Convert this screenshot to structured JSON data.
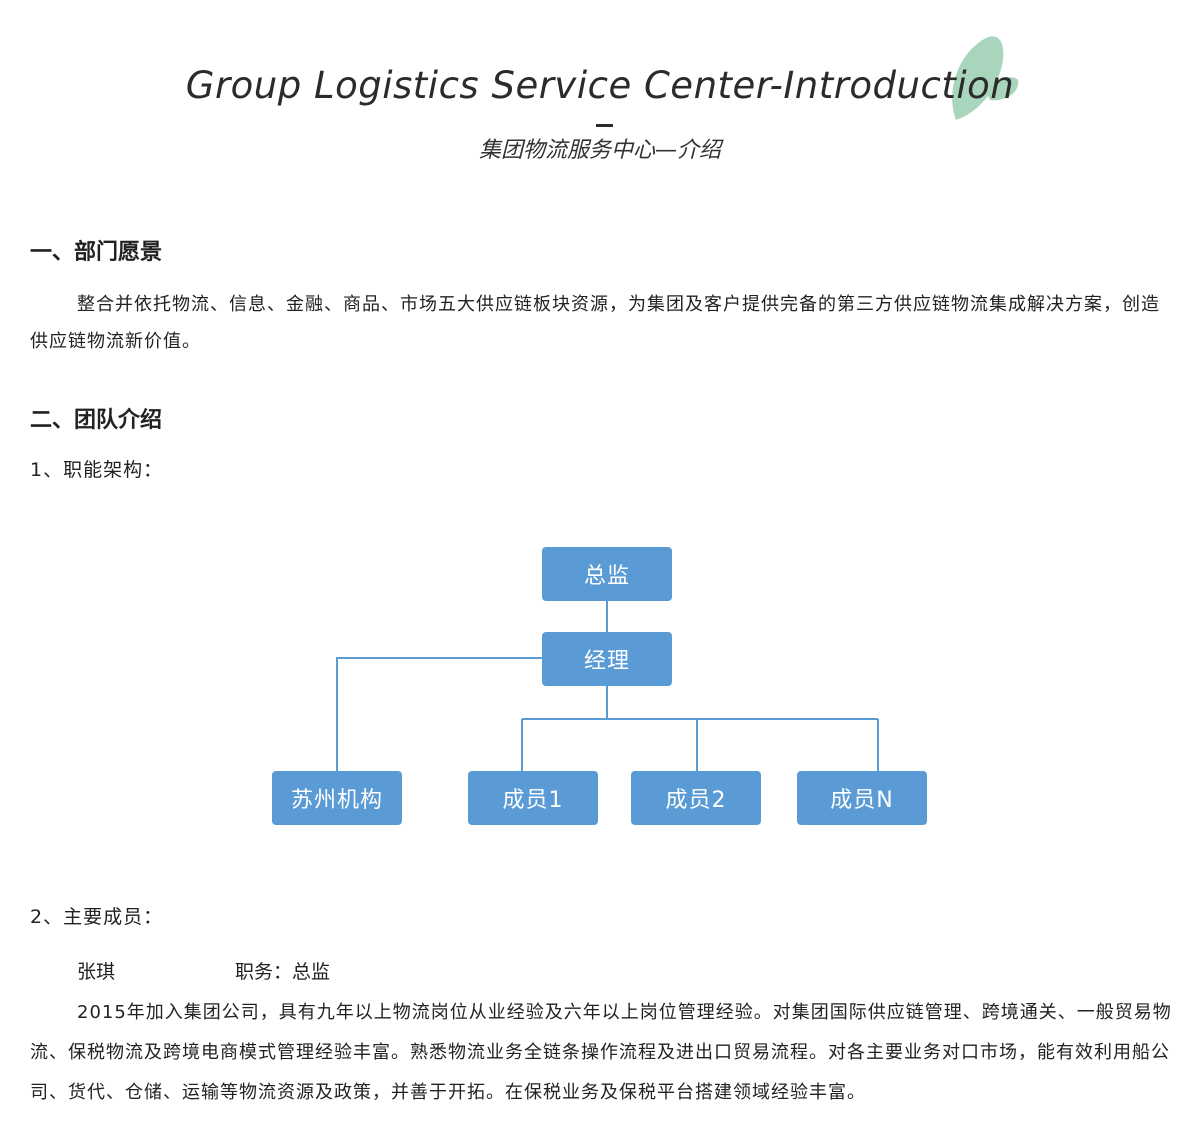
{
  "header": {
    "title_en": "Group Logistics Service Center-Introduction",
    "title_cn": "集团物流服务中心—介绍",
    "accent_color": "#a8d5bc"
  },
  "section1": {
    "heading": "一、部门愿景",
    "body": "整合并依托物流、信息、金融、商品、市场五大供应链板块资源，为集团及客户提供完备的第三方供应链物流集成解决方案，创造供应链物流新价值。"
  },
  "section2": {
    "heading": "二、团队介绍",
    "sub1": "1、职能架构：",
    "org_chart": {
      "box_color": "#5b9bd5",
      "line_color": "#5b9bd5",
      "director": "总监",
      "manager": "经理",
      "branch": "苏州机构",
      "member1": "成员1",
      "member2": "成员2",
      "memberN": "成员N"
    },
    "sub2": "2、主要成员：",
    "member": {
      "name": "张琪",
      "role": "职务：总监",
      "bio": "2015年加入集团公司，具有九年以上物流岗位从业经验及六年以上岗位管理经验。对集团国际供应链管理、跨境通关、一般贸易物流、保税物流及跨境电商模式管理经验丰富。熟悉物流业务全链条操作流程及进出口贸易流程。对各主要业务对口市场，能有效利用船公司、货代、仓储、运输等物流资源及政策，并善于开拓。在保税业务及保税平台搭建领域经验丰富。"
    }
  }
}
